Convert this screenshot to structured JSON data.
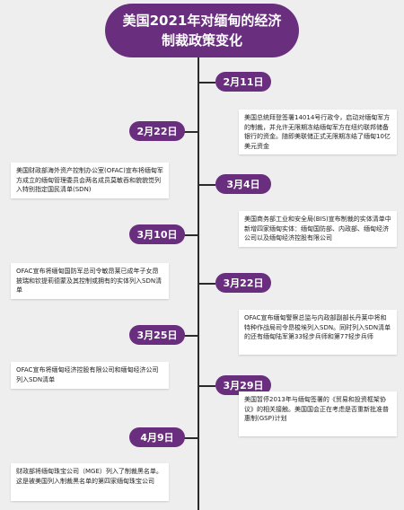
{
  "title": "美国2021年对缅甸的经济制裁政策变化",
  "events": [
    {
      "date": "2月11日",
      "text": "美国总统拜登签署14014号行政令，启动对缅甸军方的制裁，并允许无限期冻结缅甸军方在纽约联邦储备银行的资金。随即美联储正式无限期冻结了缅甸10亿美元资金"
    },
    {
      "date": "2月22日",
      "text": "美国财政部海外资产控制办公室(OFAC)宣布将缅甸军方成立的缅甸管理委员会两名成员莫敏吞和貌貌觉列入特别指定国民清单(SDN)"
    },
    {
      "date": "3月4日",
      "text": "美国商务部工业和安全局(BIS)宣布制裁的实体清单中新增四家缅甸实体：缅甸国防部、内政部、缅甸经济公司以及缅甸经济控股有限公司"
    },
    {
      "date": "3月10日",
      "text": "OFAC宣布将缅甸国防军总司令敏昂莱已成年子女昂披瑞和钦提莉德蒙及其控制或拥有的实体列入SDN清单"
    },
    {
      "date": "3月22日",
      "text": "OFAC宣布缅甸警察总监与内政部副部长丹莱中将和特种作战局司令昂梭埃列入SDN。同时列入SDN清单的还有缅甸陆军第33轻步兵师和第77轻步兵师"
    },
    {
      "date": "3月25日",
      "text": "OFAC宣布将缅甸经济控股有限公司和缅甸经济公司列入SDN清单"
    },
    {
      "date": "3月29日",
      "text": "美国暂停2013年与缅甸签署的《贸易和投资框架协议》的相关接触。美国国会正在考虑是否重新批准普惠制(GSP)计划"
    },
    {
      "date": "4月9日",
      "text": "财政部将缅甸珠宝公司（MGE）列入了制裁黑名单。这是被美国列入制裁黑名单的第四家缅甸珠宝公司"
    }
  ]
}
